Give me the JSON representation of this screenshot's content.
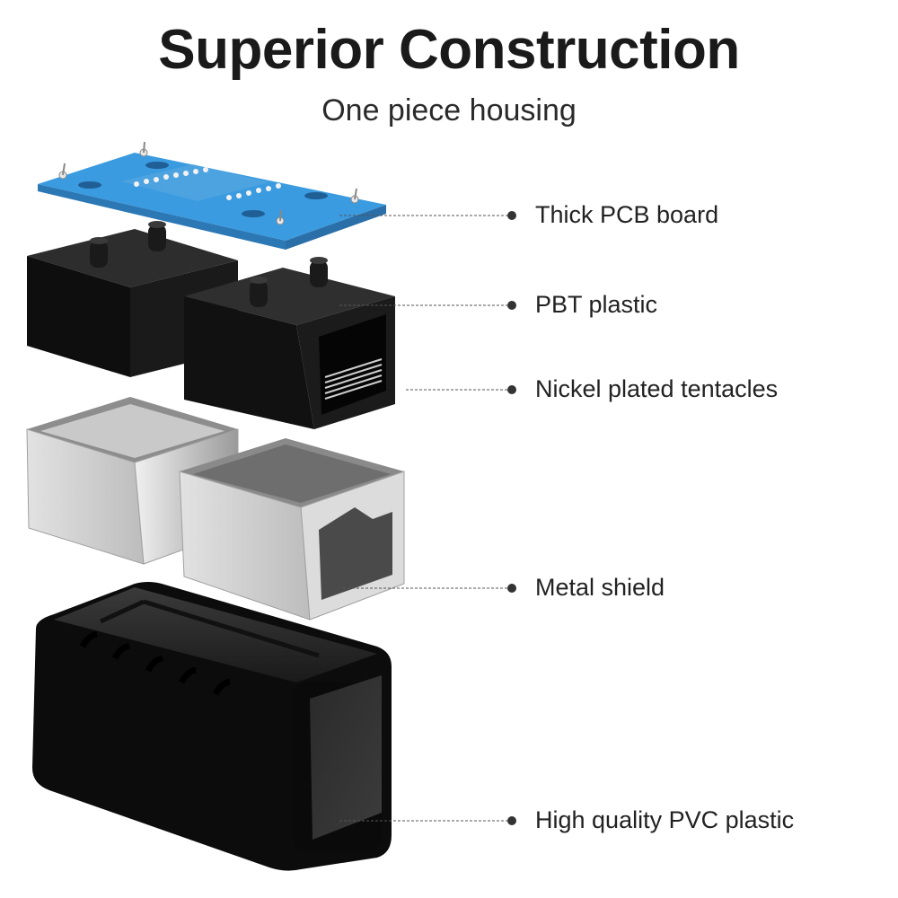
{
  "header": {
    "title": "Superior Construction",
    "subtitle": "One piece housing"
  },
  "colors": {
    "pcb": "#3a9be0",
    "pbt_plastic": "#121212",
    "metal_shield": "#d4d4d4",
    "pvc_housing": "#0c0c0c",
    "text": "#222222"
  },
  "components": [
    {
      "id": "pcb",
      "label": "Thick PCB board",
      "icon": "pcb-board-icon"
    },
    {
      "id": "pbt",
      "label": "PBT plastic",
      "icon": "rj45-jack-icon"
    },
    {
      "id": "tentacles",
      "label": "Nickel plated tentacles",
      "icon": "contact-pins-icon"
    },
    {
      "id": "shield",
      "label": "Metal shield",
      "icon": "metal-shield-icon"
    },
    {
      "id": "pvc",
      "label": "High quality PVC plastic",
      "icon": "coupler-housing-icon"
    }
  ]
}
